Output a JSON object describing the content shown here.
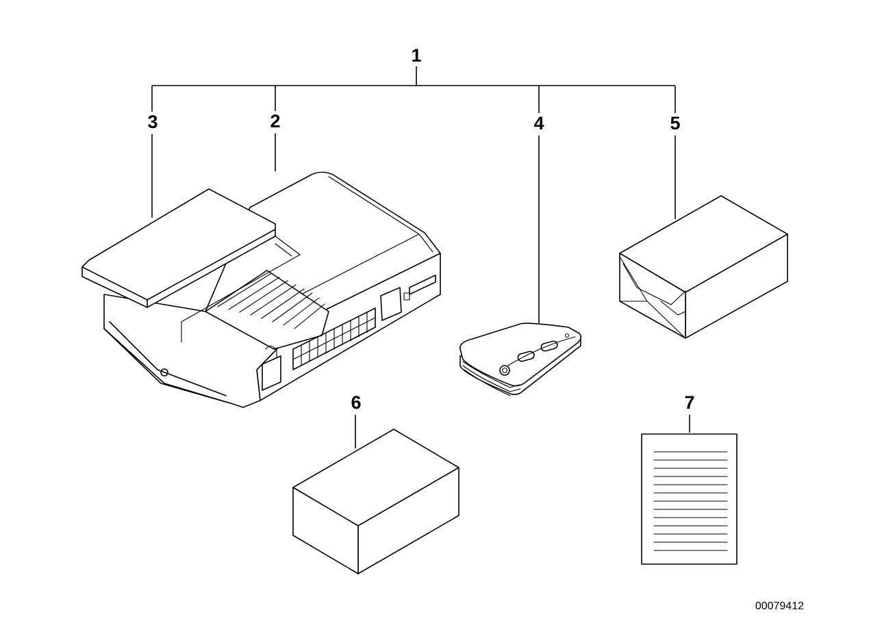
{
  "callouts": {
    "c1": "1",
    "c2": "2",
    "c3": "3",
    "c4": "4",
    "c5": "5",
    "c6": "6",
    "c7": "7"
  },
  "document_number": "00079412"
}
